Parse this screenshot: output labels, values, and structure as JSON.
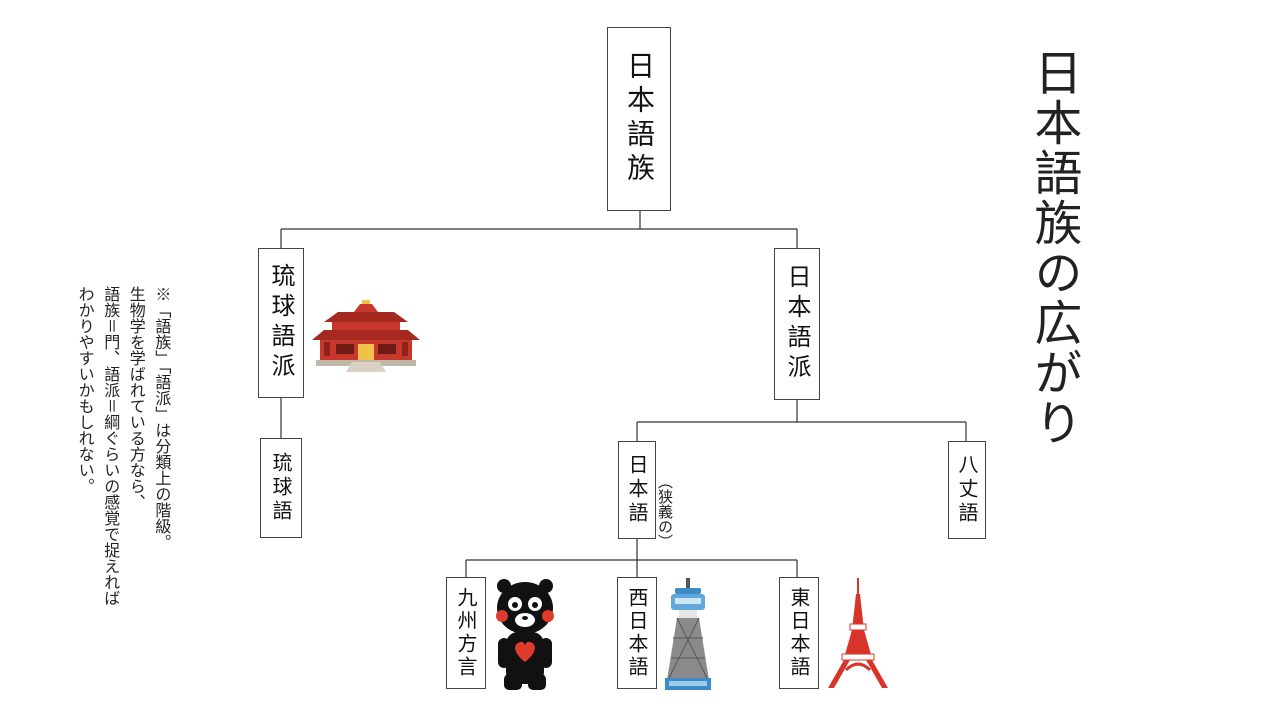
{
  "title": "日本語族の広がり",
  "note": {
    "line1": "※「語族」「語派」は分類上の階級。",
    "line2": "生物学を学ばれている方なら、",
    "line3": "語族＝門、語派＝綱ぐらいの感覚で捉えれば",
    "line4": "わかりやすいかもしれない。"
  },
  "tree": {
    "root": "日本語族",
    "ryukyuan_branch": "琉球語派",
    "ryukyuan_language": "琉球語",
    "japanese_branch": "日本語派",
    "japanese_narrow": "日本語",
    "japanese_narrow_note": "（狭義の）",
    "hachijo": "八丈語",
    "kyushu": "九州方言",
    "western": "西日本語",
    "eastern": "東日本語"
  },
  "colors": {
    "line": "#333333",
    "node_border": "#444444",
    "castle_red": "#c8372b",
    "tower_red": "#d8342a"
  }
}
